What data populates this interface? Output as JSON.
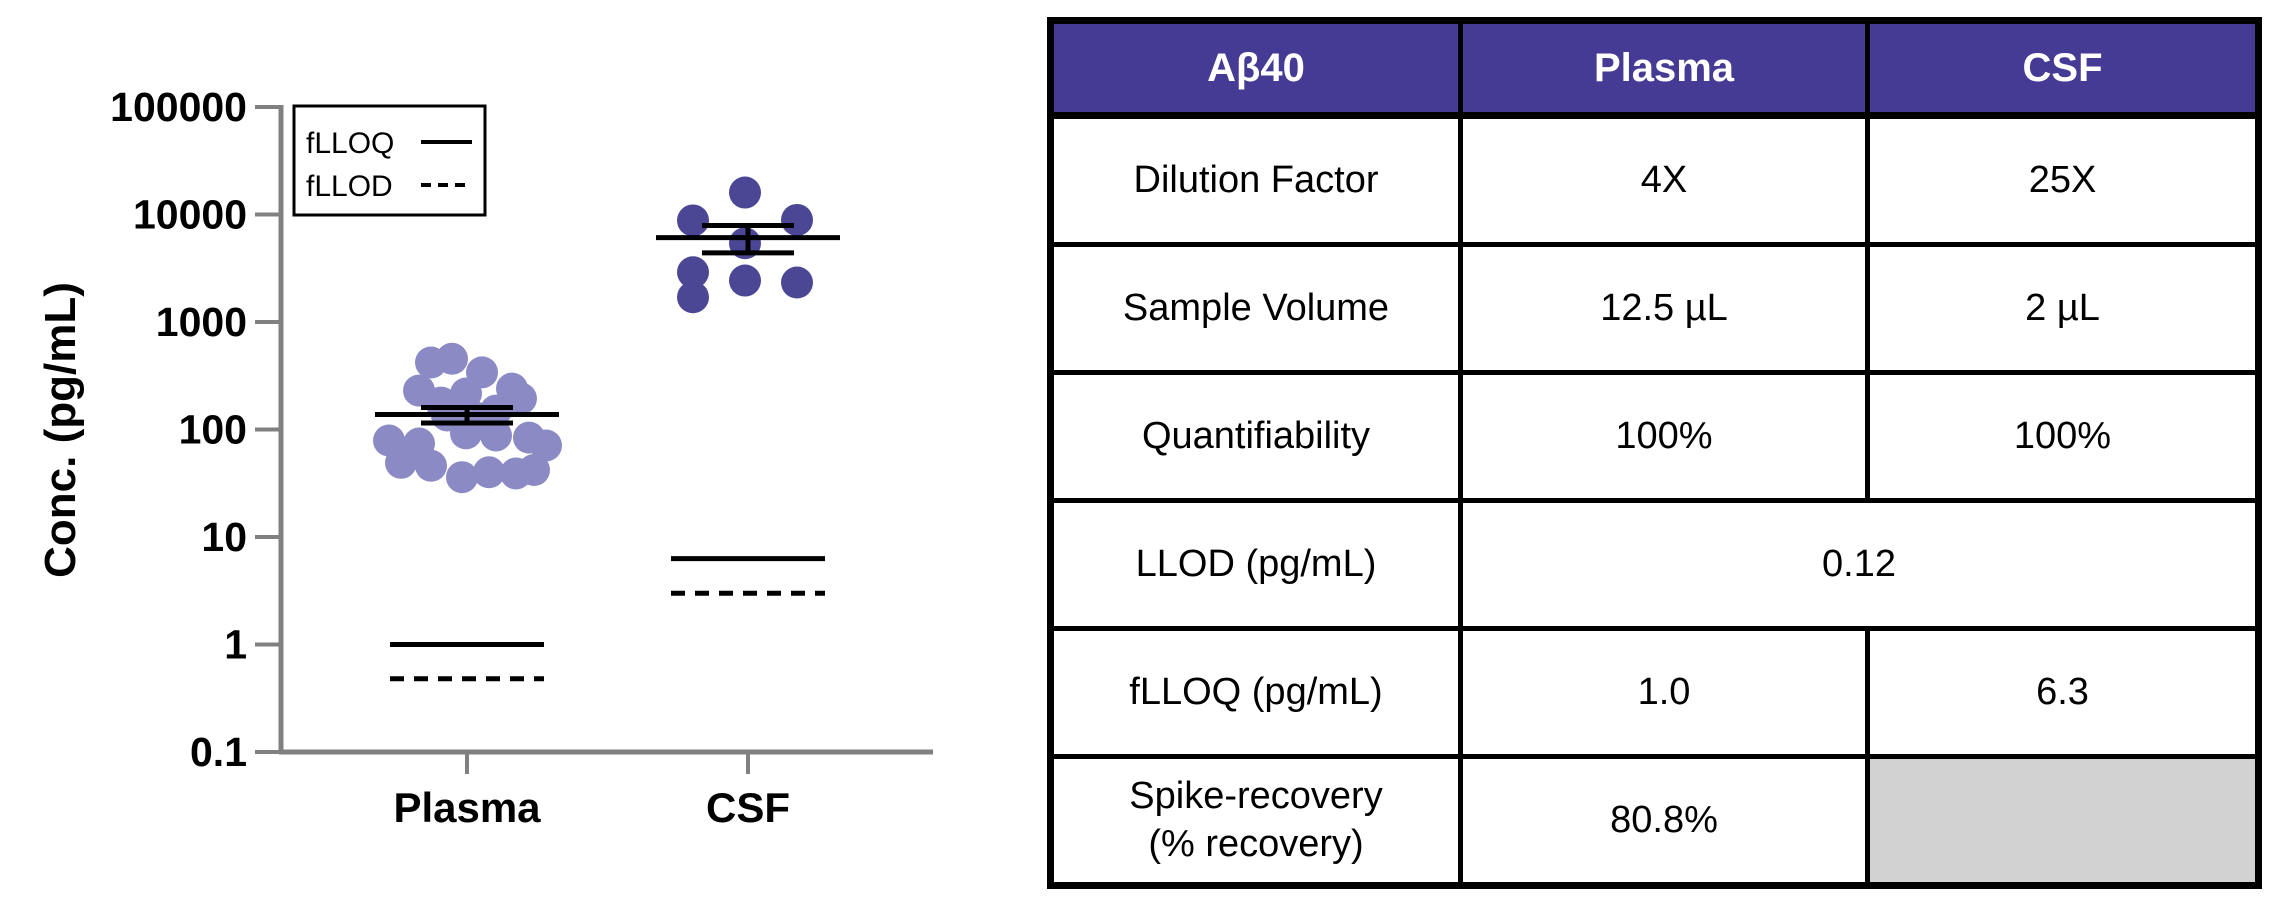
{
  "chart_data": {
    "type": "scatter",
    "title": "",
    "ylabel": "Conc. (pg/mL)",
    "xlabel": "",
    "y_scale": "log",
    "ylim": [
      0.1,
      100000
    ],
    "y_ticks": [
      100000,
      10000,
      1000,
      100,
      10,
      1,
      0.1
    ],
    "y_tick_labels": [
      "100000",
      "10000",
      "1000",
      "100",
      "10",
      "1",
      "0.1"
    ],
    "categories": [
      "Plasma",
      "CSF"
    ],
    "grid": "off",
    "legend_position": "top-left",
    "error_bar_style": "mean_with_sem",
    "legend": [
      {
        "label": "fLLOQ",
        "style": "solid"
      },
      {
        "label": "fLLOD",
        "style": "dashed"
      }
    ],
    "colors": {
      "plasma_dot": "#8c8ac4",
      "csf_dot": "#4c4795",
      "axis": "#808080",
      "stat_lines": "#000000"
    },
    "series": [
      {
        "name": "Plasma",
        "color": "#8c8ac4",
        "points_dx_value": [
          [
            -36,
            420
          ],
          [
            -15,
            455
          ],
          [
            15,
            340
          ],
          [
            -48,
            230
          ],
          [
            -26,
            178
          ],
          [
            -1,
            216
          ],
          [
            45,
            240
          ],
          [
            54,
            194
          ],
          [
            29,
            150
          ],
          [
            -20,
            135
          ],
          [
            9,
            129
          ],
          [
            -78,
            79
          ],
          [
            -48,
            74
          ],
          [
            -1,
            92
          ],
          [
            29,
            88
          ],
          [
            62,
            84
          ],
          [
            79,
            71
          ],
          [
            -66,
            49
          ],
          [
            -36,
            46
          ],
          [
            -5,
            36
          ],
          [
            22,
            40
          ],
          [
            49,
            39
          ],
          [
            67,
            42
          ]
        ],
        "mean": 138,
        "sem_high": 160,
        "sem_low": 115,
        "fLLOQ": 1.0,
        "fLLOD": 0.48
      },
      {
        "name": "CSF",
        "color": "#4c4795",
        "points_dx_value": [
          [
            -3,
            16000
          ],
          [
            -55,
            8800
          ],
          [
            49,
            8900
          ],
          [
            -3,
            5400
          ],
          [
            -55,
            2900
          ],
          [
            -3,
            2430
          ],
          [
            49,
            2330
          ],
          [
            -55,
            1700
          ]
        ],
        "mean": 6100,
        "sem_high": 7900,
        "sem_low": 4400,
        "fLLOQ": 6.3,
        "fLLOD": 3.0
      }
    ]
  },
  "table": {
    "columns": [
      "Aβ40",
      "Plasma",
      "CSF"
    ],
    "header_bg": "#453a94",
    "header_text_color": "#ffffff",
    "gray_cell_bg": "#d2d2d2",
    "rows": [
      {
        "label": "Dilution Factor",
        "plasma": "4X",
        "csf": "25X"
      },
      {
        "label": "Sample Volume",
        "plasma": "12.5 µL",
        "csf": "2 µL"
      },
      {
        "label": "Quantifiability",
        "plasma": "100%",
        "csf": "100%"
      },
      {
        "label": "LLOD (pg/mL)",
        "merged": "0.12"
      },
      {
        "label": "fLLOQ (pg/mL)",
        "plasma": "1.0",
        "csf": "6.3"
      },
      {
        "label_lines": [
          "Spike-recovery",
          "(% recovery)"
        ],
        "plasma": "80.8%",
        "csf": ""
      }
    ]
  }
}
